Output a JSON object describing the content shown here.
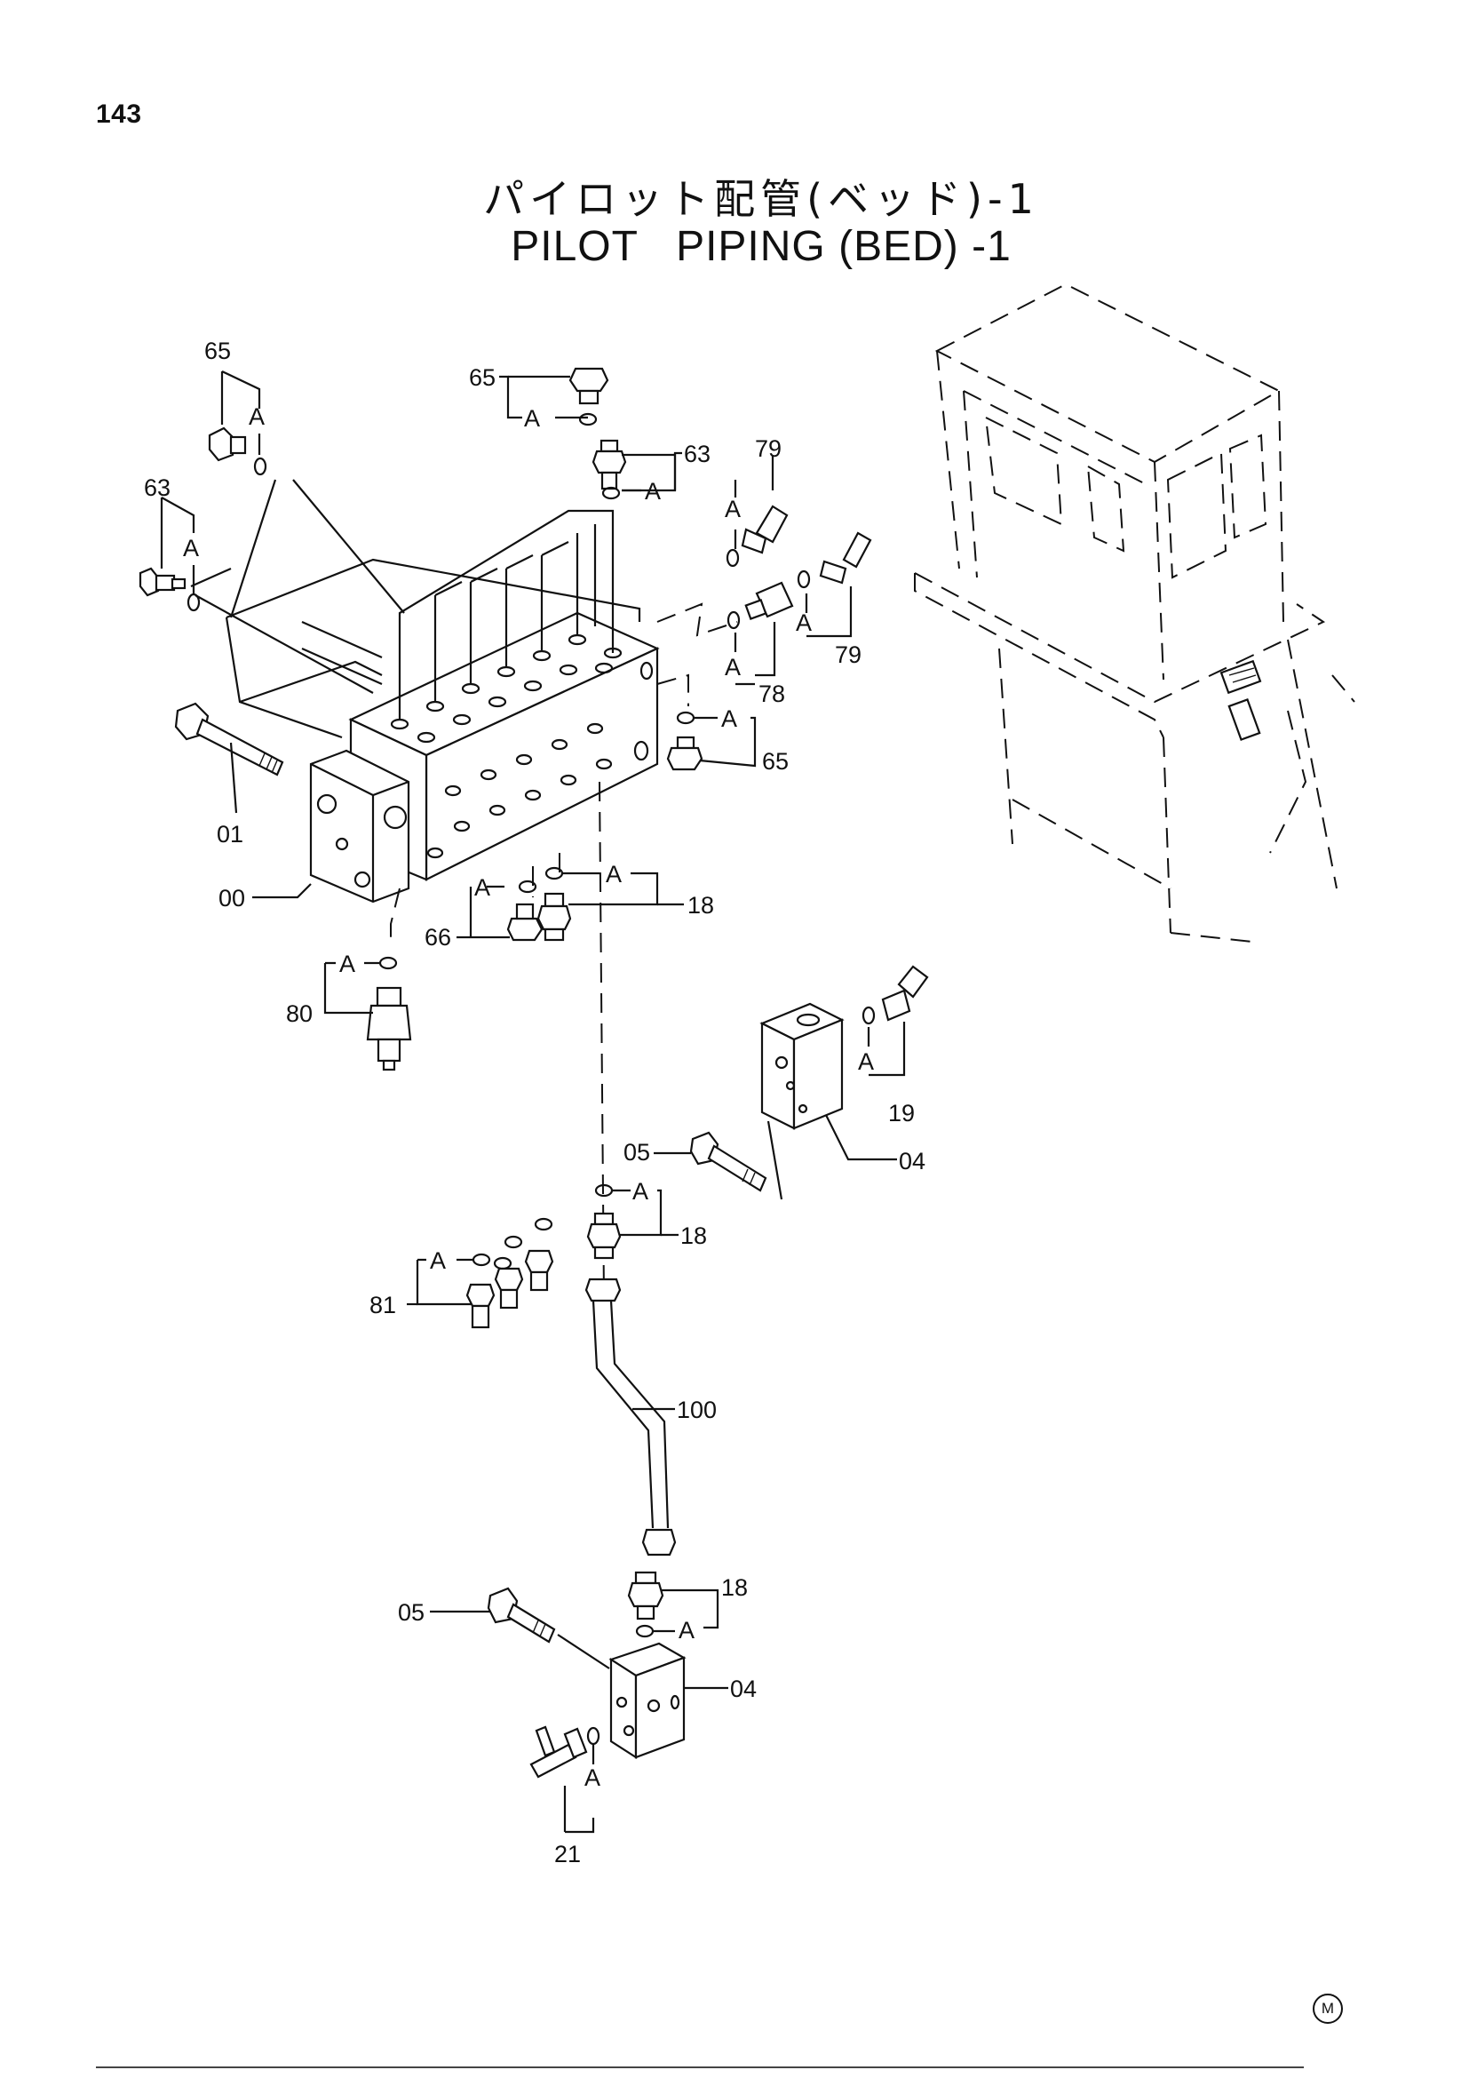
{
  "page_number": "143",
  "title_ja": "パイロット配管(ベッド)-1",
  "title_en": "PILOT   PIPING (BED) -1",
  "corner_mark": "M",
  "ring_marker": "A",
  "callouts": [
    {
      "id": "c65a",
      "text": "65"
    },
    {
      "id": "c63a",
      "text": "63"
    },
    {
      "id": "c65b",
      "text": "65"
    },
    {
      "id": "c63b",
      "text": "63"
    },
    {
      "id": "c79a",
      "text": "79"
    },
    {
      "id": "c79b",
      "text": "79"
    },
    {
      "id": "c78",
      "text": "78"
    },
    {
      "id": "c65c",
      "text": "65"
    },
    {
      "id": "c01",
      "text": "01"
    },
    {
      "id": "c00",
      "text": "00"
    },
    {
      "id": "c18a",
      "text": "18"
    },
    {
      "id": "c66",
      "text": "66"
    },
    {
      "id": "c80",
      "text": "80"
    },
    {
      "id": "c19",
      "text": "19"
    },
    {
      "id": "c05a",
      "text": "05"
    },
    {
      "id": "c04a",
      "text": "04"
    },
    {
      "id": "c18b",
      "text": "18"
    },
    {
      "id": "c81",
      "text": "81"
    },
    {
      "id": "c100",
      "text": "100"
    },
    {
      "id": "c18c",
      "text": "18"
    },
    {
      "id": "c05b",
      "text": "05"
    },
    {
      "id": "c04b",
      "text": "04"
    },
    {
      "id": "c21",
      "text": "21"
    }
  ]
}
